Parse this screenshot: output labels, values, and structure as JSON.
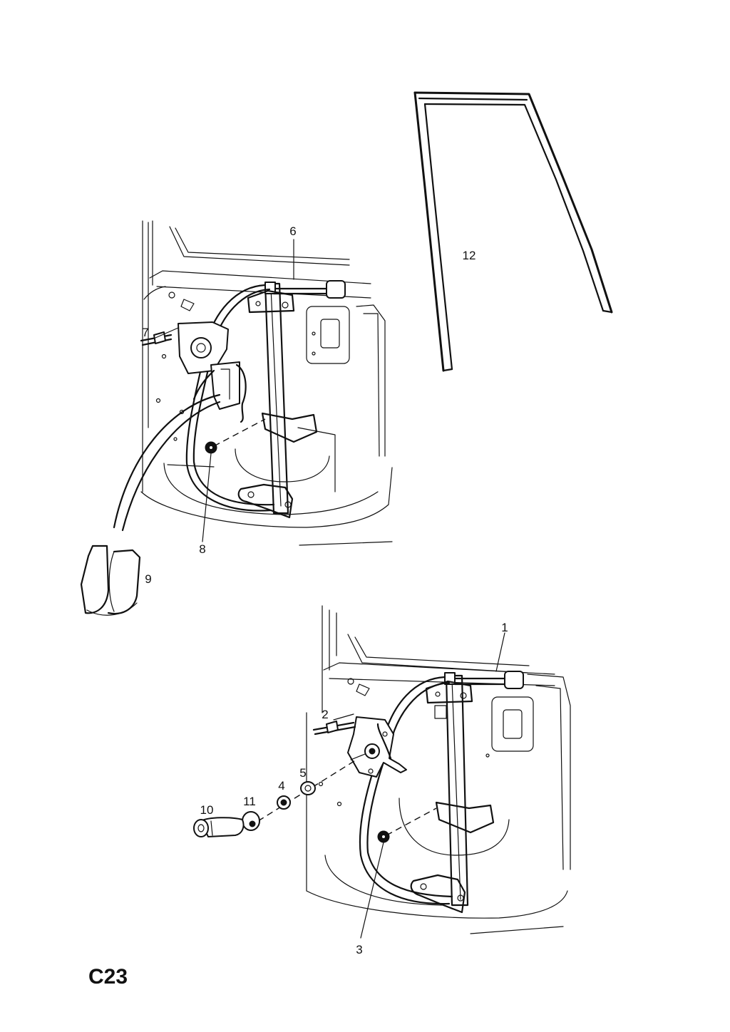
{
  "page_code": "C23",
  "callouts": [
    {
      "id": "1",
      "text": "1"
    },
    {
      "id": "2",
      "text": "2"
    },
    {
      "id": "3",
      "text": "3"
    },
    {
      "id": "4",
      "text": "4"
    },
    {
      "id": "5",
      "text": "5"
    },
    {
      "id": "6",
      "text": "6"
    },
    {
      "id": "7",
      "text": "7"
    },
    {
      "id": "8",
      "text": "8"
    },
    {
      "id": "9",
      "text": "9"
    },
    {
      "id": "10",
      "text": "10"
    },
    {
      "id": "11",
      "text": "11"
    },
    {
      "id": "12",
      "text": "12"
    }
  ]
}
